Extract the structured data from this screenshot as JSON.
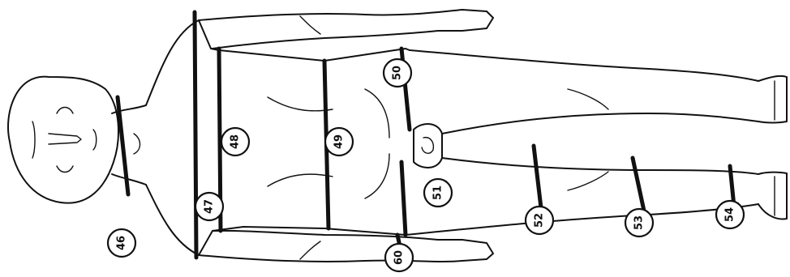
{
  "figure": {
    "markers": [
      {
        "id": "neck",
        "label": "46"
      },
      {
        "id": "chest-left",
        "label": "47"
      },
      {
        "id": "chest-right",
        "label": "48"
      },
      {
        "id": "waist",
        "label": "49"
      },
      {
        "id": "hips",
        "label": "50"
      },
      {
        "id": "upper-thigh",
        "label": "51"
      },
      {
        "id": "mid-thigh",
        "label": "52"
      },
      {
        "id": "calf",
        "label": "53"
      },
      {
        "id": "ankle",
        "label": "54"
      },
      {
        "id": "wrist",
        "label": "60"
      }
    ]
  }
}
